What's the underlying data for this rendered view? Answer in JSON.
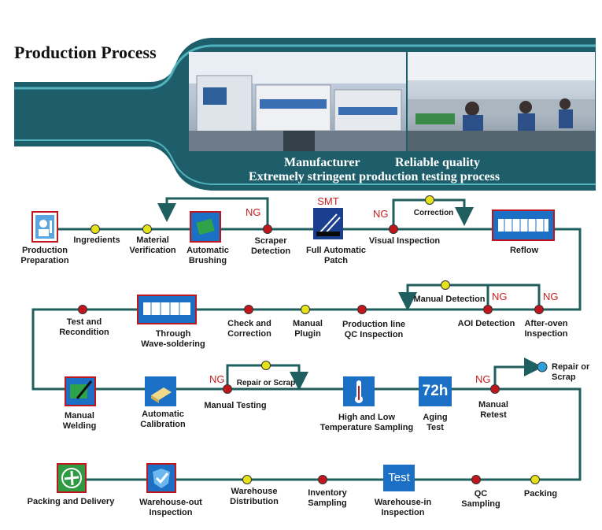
{
  "title": "Production Process",
  "banner": {
    "manufacturer": "Manufacturer",
    "reliable": "Reliable quality",
    "tagline": "Extremely stringent production testing process"
  },
  "icons": {
    "smt": "SMT",
    "hours": "72h",
    "test": "Test"
  },
  "ng": "NG",
  "labels": {
    "production_preparation": "Production\nPreparation",
    "ingredients": "Ingredients",
    "material_verification": "Material\nVerification",
    "automatic_brushing": "Automatic\nBrushing",
    "scraper_detection": "Scraper\nDetection",
    "full_automatic_patch": "Full Automatic\nPatch",
    "visual_inspection": "Visual Inspection",
    "correction": "Correction",
    "reflow": "Reflow",
    "test_recondition": "Test and\nRecondition",
    "through_wave": "Through\nWave-soldering",
    "check_correction": "Check and\nCorrection",
    "manual_plugin": "Manual\nPlugin",
    "production_qc": "Production line\nQC Inspection",
    "manual_detection": "Manual Detection",
    "aoi_detection": "AOI Detection",
    "after_oven": "After-oven\nInspection",
    "manual_welding": "Manual\nWelding",
    "automatic_calibration": "Automatic\nCalibration",
    "repair_scrap_1": "Repair or Scrap",
    "manual_testing": "Manual Testing",
    "high_low": "High and Low\nTemperature Sampling",
    "aging_test": "Aging\nTest",
    "manual_retest": "Manual\nRetest",
    "repair_scrap_2": "Repair or\nScrap",
    "packing_delivery": "Packing and Delivery",
    "warehouse_out": "Warehouse-out\nInspection",
    "warehouse_distribution": "Warehouse\nDistribution",
    "inventory_sampling": "Inventory\nSampling",
    "warehouse_in": "Warehouse-in\nInspection",
    "qc_sampling": "QC\nSampling",
    "packing": "Packing"
  },
  "colors": {
    "flow_line": "#1f5f5f",
    "banner": "#1d5e6a",
    "node_red": "#c0161e",
    "node_yellow": "#e6e21a",
    "node_blue": "#2a9fd8",
    "ng_red": "#c62020",
    "icon_blue": "#1b6fc4"
  }
}
